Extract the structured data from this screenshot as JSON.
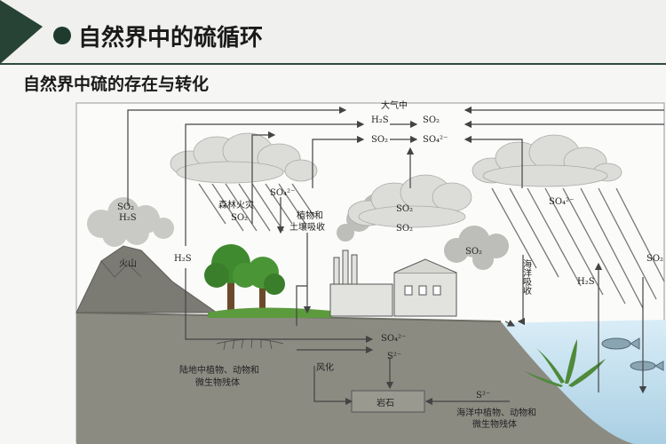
{
  "header": {
    "title": "自然界中的硫循环",
    "subtitle": "自然界中硫的存在与转化"
  },
  "diagram": {
    "atmosphere": "大气中",
    "atm_h2s": "H₂S",
    "atm_so2_a": "SO₂",
    "atm_so2_b": "SO₂",
    "atm_so4": "SO₄²⁻",
    "volcano_gas_so2": "SO₂",
    "volcano_gas_h2s": "H₂S",
    "volcano": "火山",
    "volcano_h2s": "H₂S",
    "forest_fire": "森林火灾",
    "forest_so2": "SO₂",
    "rain_so4_left": "SO₄²⁻",
    "plant_soil_1": "植物和",
    "plant_soil_2": "土壤吸收",
    "cloud_so2_1": "SO₂",
    "cloud_so2_2": "SO₂",
    "factory_so2": "SO₂",
    "ocean_absorb": "海洋吸收",
    "rain_so4_right": "SO₄²⁻",
    "ocean_h2s": "H₂S",
    "edge_so2": "SO₂",
    "soil_so4": "SO₄²⁻",
    "soil_s2": "S²⁻",
    "land_remains_1": "陆地中植物、动物和",
    "land_remains_2": "微生物残体",
    "weathering": "风化",
    "rock": "岩石",
    "sea_s2": "S²⁻",
    "sea_remains_1": "海洋中植物、动物和",
    "sea_remains_2": "微生物残体"
  },
  "colors": {
    "header_band": "#264336",
    "ground": "#8a8980",
    "sea": "#cfe6f2",
    "tree": "#3f8a2e",
    "arrow": "#555555"
  }
}
